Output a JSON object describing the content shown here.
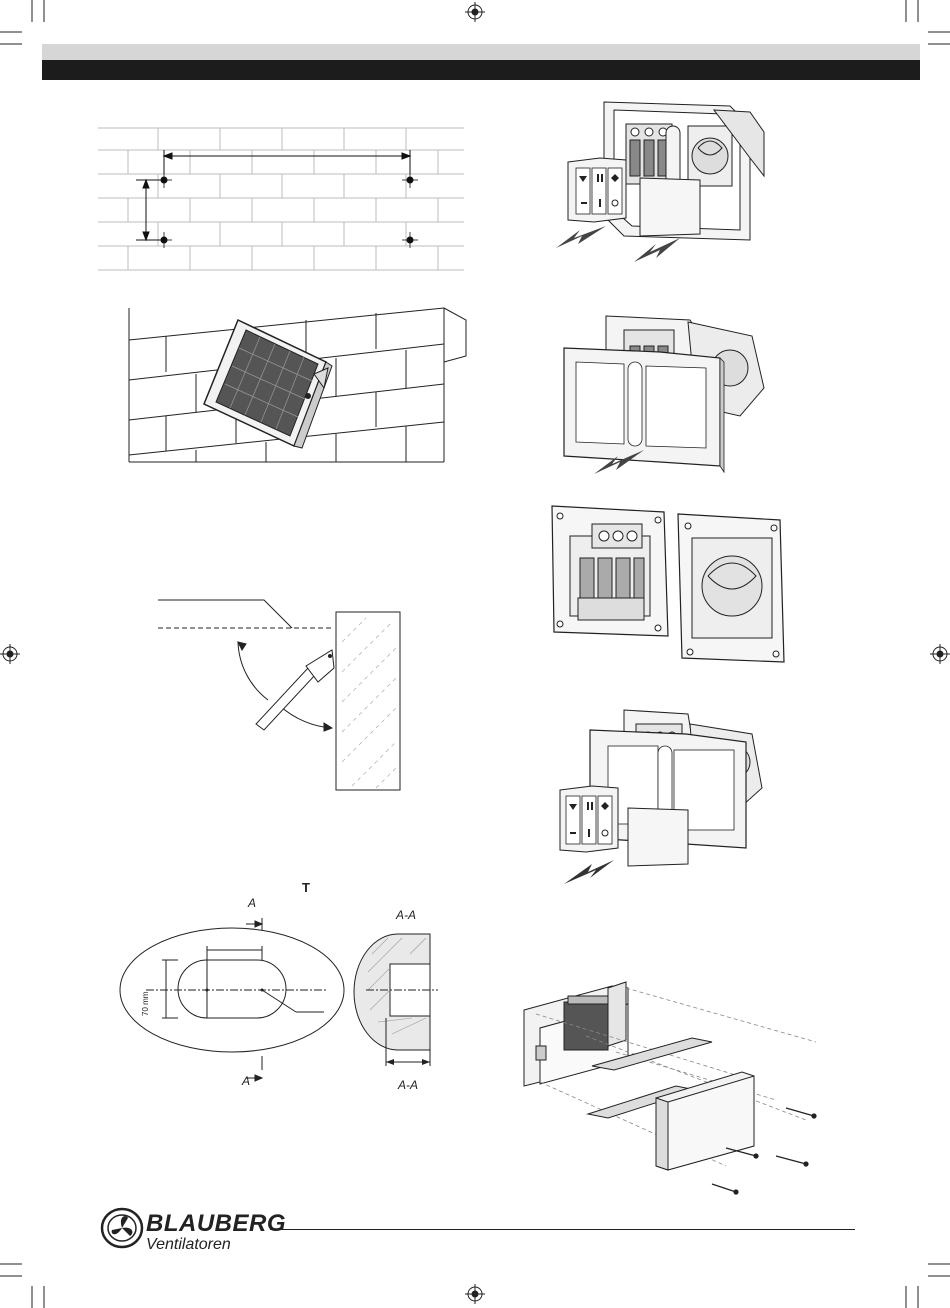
{
  "labels": {
    "section_title": "T",
    "dim_width": "70 mm",
    "cut_a_top": "A",
    "cut_a_bottom": "A",
    "section_aa_top": "A-A",
    "section_aa_bottom": "A-A"
  },
  "brand": {
    "name": "BLAUBERG",
    "tagline": "Ventilatoren"
  },
  "figures": [
    "wall-drilling-marks",
    "solar-panel-on-brick-wall",
    "panel-tilt-angle",
    "mounting-hole-section",
    "switch-remove-keys",
    "switch-remove-frame",
    "switch-mount-plates",
    "switch-install-keys",
    "controller-housing-exploded"
  ]
}
